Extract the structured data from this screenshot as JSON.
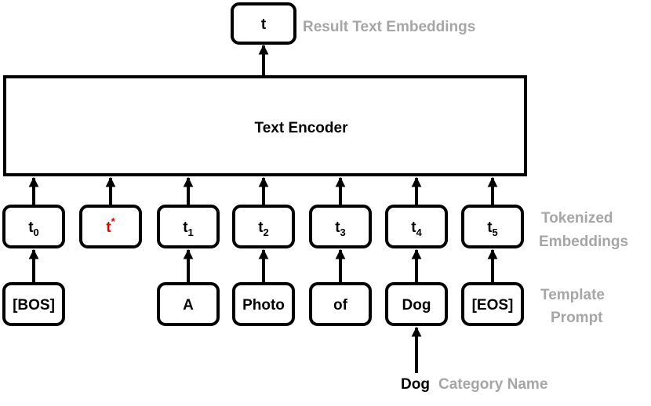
{
  "result": {
    "token": "t",
    "label": "Result Text Embeddings"
  },
  "encoder": {
    "label": "Text Encoder"
  },
  "tokens": [
    {
      "base": "t",
      "sub": "0",
      "sup": "",
      "color": "#000000"
    },
    {
      "base": "t",
      "sub": "",
      "sup": "*",
      "color": "#e00000"
    },
    {
      "base": "t",
      "sub": "1",
      "sup": "",
      "color": "#000000"
    },
    {
      "base": "t",
      "sub": "2",
      "sup": "",
      "color": "#000000"
    },
    {
      "base": "t",
      "sub": "3",
      "sup": "",
      "color": "#000000"
    },
    {
      "base": "t",
      "sub": "4",
      "sup": "",
      "color": "#000000"
    },
    {
      "base": "t",
      "sub": "5",
      "sup": "",
      "color": "#000000"
    }
  ],
  "tokenized_label": [
    "Tokenized",
    "Embeddings"
  ],
  "words": [
    "[BOS]",
    "",
    "A",
    "Photo",
    "of",
    "Dog",
    "[EOS]"
  ],
  "template_label": [
    "Template",
    "Prompt"
  ],
  "category": {
    "value": "Dog",
    "label": "Category Name"
  },
  "colors": {
    "side_label": "#a6a6a6",
    "learned_token": "#e00000"
  }
}
